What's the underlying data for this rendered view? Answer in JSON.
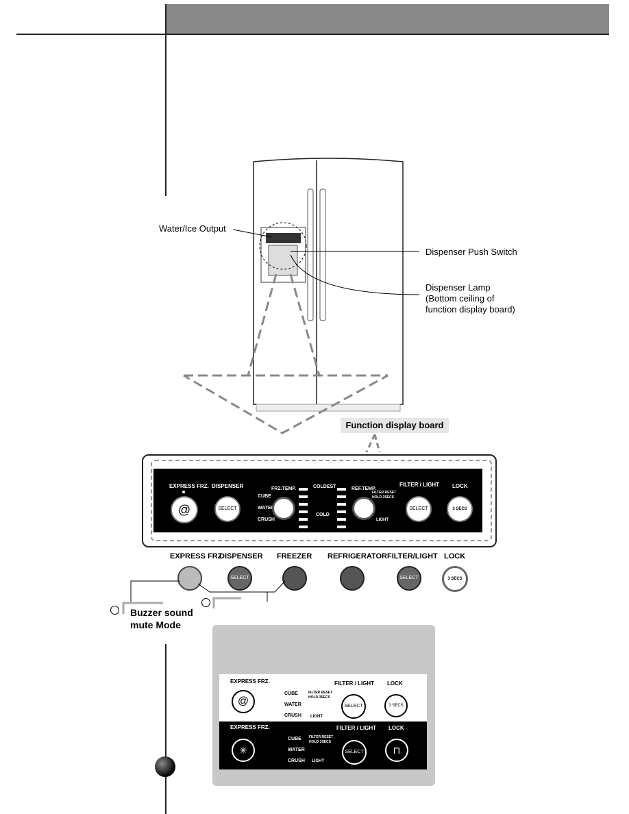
{
  "labels": {
    "water_ice_output": "Water/Ice Output",
    "push_switch": "Dispenser Push Switch",
    "lamp_line1": "Dispenser Lamp",
    "lamp_line2": "(Bottom  ceiling of",
    "lamp_line3": "function display board)",
    "function_board": "Function  display  board"
  },
  "board": {
    "express_frz": "EXPRESS FRZ.",
    "dispenser": "DISPENSER",
    "select": "SELECT",
    "cube": "CUBE",
    "water": "WATER",
    "crush": "CRUSH",
    "frz_temp": "FRZ.TEMP.",
    "coldest": "COLDEST",
    "cold": "COLD",
    "ref_temp": "REF.TEMP.",
    "filter_light": "FILTER / LIGHT",
    "filter_reset": "FILTER RESET",
    "hold_3secs": "HOLD 3SECS",
    "light": "LIGHT",
    "lock": "LOCK",
    "secs": "3 SECS"
  },
  "buttons": [
    {
      "label": "EXPRESS FRZ"
    },
    {
      "label": "DISPENSER",
      "inner": "SELECT"
    },
    {
      "label": "FREEZER"
    },
    {
      "label": "REFRIGERATOR"
    },
    {
      "label": "FILTER/LIGHT",
      "inner": "SELECT"
    },
    {
      "label": "LOCK",
      "inner": "3 SECS"
    }
  ],
  "mute": {
    "line1": "Buzzer sound",
    "line2": "mute  Mode"
  },
  "panel": {
    "express_frz": "EXPRESS FRZ.",
    "filter_light": "FILTER / LIGHT",
    "lock": "LOCK",
    "cube": "CUBE",
    "water": "WATER",
    "crush": "CRUSH",
    "filter_reset": "FILTER RESET",
    "hold_3secs": "HOLD 3SECS",
    "light": "LIGHT",
    "select": "SELECT",
    "secs": "3 SECS"
  },
  "colors": {
    "header": "#8a8a8a",
    "panel": "#c8c8c8",
    "board": "#000000"
  }
}
